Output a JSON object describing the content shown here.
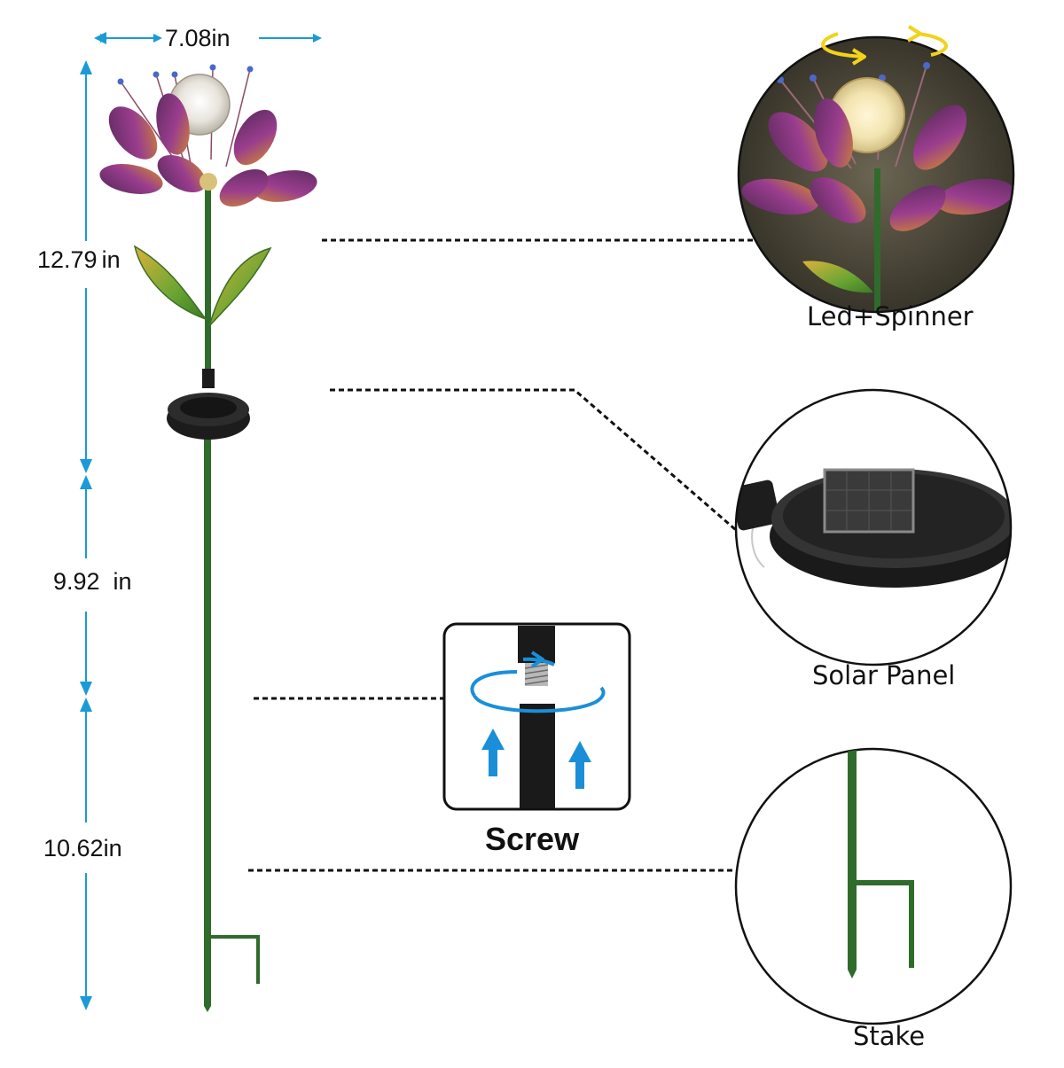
{
  "dimensions": {
    "width": "7.08in",
    "top_height": "12.79",
    "top_height_unit": "in",
    "middle_height": "9.92  in",
    "bottom_height": "10.62in"
  },
  "callouts": {
    "led": "Led+Spinner",
    "solar": "Solar Panel",
    "screw": "Screw",
    "stake": "Stake"
  },
  "colors": {
    "dimension_arrow": "#1a9ad6",
    "stem": "#2f6b2a",
    "petal": "#8a3a86",
    "petal_tip": "#c9822a",
    "leaf": "#5f9d32",
    "rotation_arrow": "#f2d21b",
    "screw_arrow": "#1a8fd8",
    "leader_line": "#111111"
  },
  "icons": [
    "flower-icon",
    "globe-light-icon",
    "solar-panel-icon",
    "stake-icon",
    "screw-joint-icon",
    "rotation-arrow-icon",
    "up-arrow-icon"
  ]
}
